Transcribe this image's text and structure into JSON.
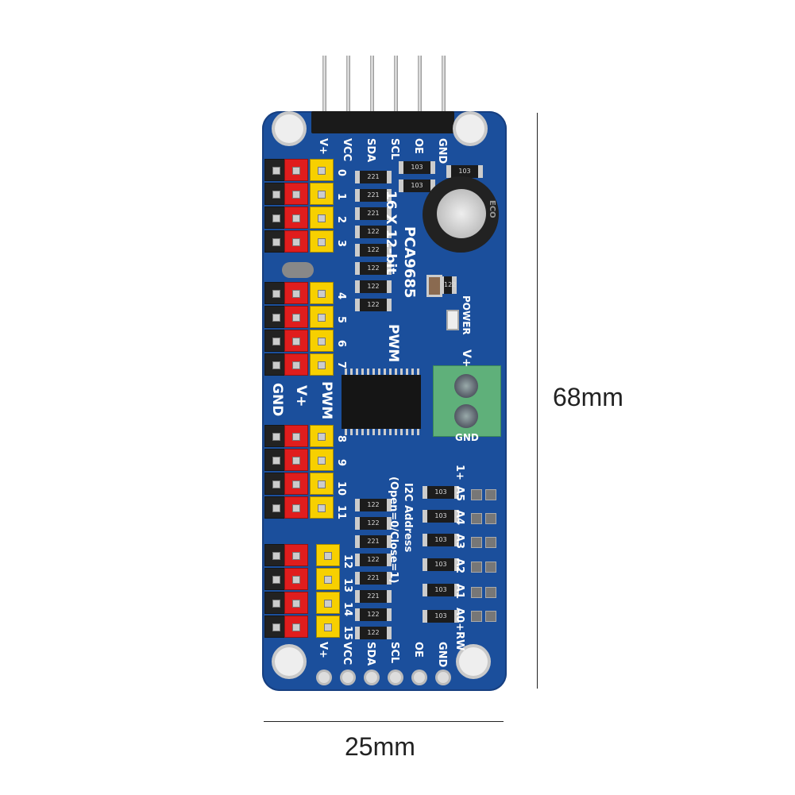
{
  "dimensions": {
    "height_label": "68mm",
    "width_label": "25mm"
  },
  "board": {
    "top_labels": [
      "V+",
      "VCC",
      "SDA",
      "SCL",
      "OE",
      "GND"
    ],
    "bottom_labels": [
      "V+",
      "VCC",
      "SDA",
      "SCL",
      "OE",
      "GND"
    ],
    "channels": [
      "0",
      "1",
      "2",
      "3",
      "4",
      "5",
      "6",
      "7",
      "8",
      "9",
      "10",
      "11",
      "12",
      "13",
      "14",
      "15"
    ],
    "column_labels": {
      "gnd": "GND",
      "vplus": "V+",
      "pwm": "PWM"
    },
    "title_line1": "16 X 12-bit",
    "chip_name": "PCA9685",
    "pwm_label": "PWM",
    "power_label": "POWER",
    "terminal_vplus": "V+",
    "terminal_gnd": "GND",
    "i2c_label": "I2C Address",
    "i2c_hint": "(Open=0/Close=1)",
    "address_labels": [
      "1+",
      "A5",
      "A4",
      "A3",
      "A2",
      "A1",
      "A0+RW"
    ],
    "resistors_upper": [
      "221",
      "221",
      "221",
      "122",
      "122",
      "122",
      "122",
      "122"
    ],
    "resistors_lower": [
      "122",
      "122",
      "221",
      "122",
      "221",
      "221",
      "122",
      "122"
    ],
    "resistors_address": [
      "103",
      "103",
      "103",
      "103",
      "103",
      "103"
    ],
    "resistors_top": [
      "103",
      "103",
      "103"
    ],
    "capacitor_mark": "ECO",
    "led_resistor": "122"
  }
}
